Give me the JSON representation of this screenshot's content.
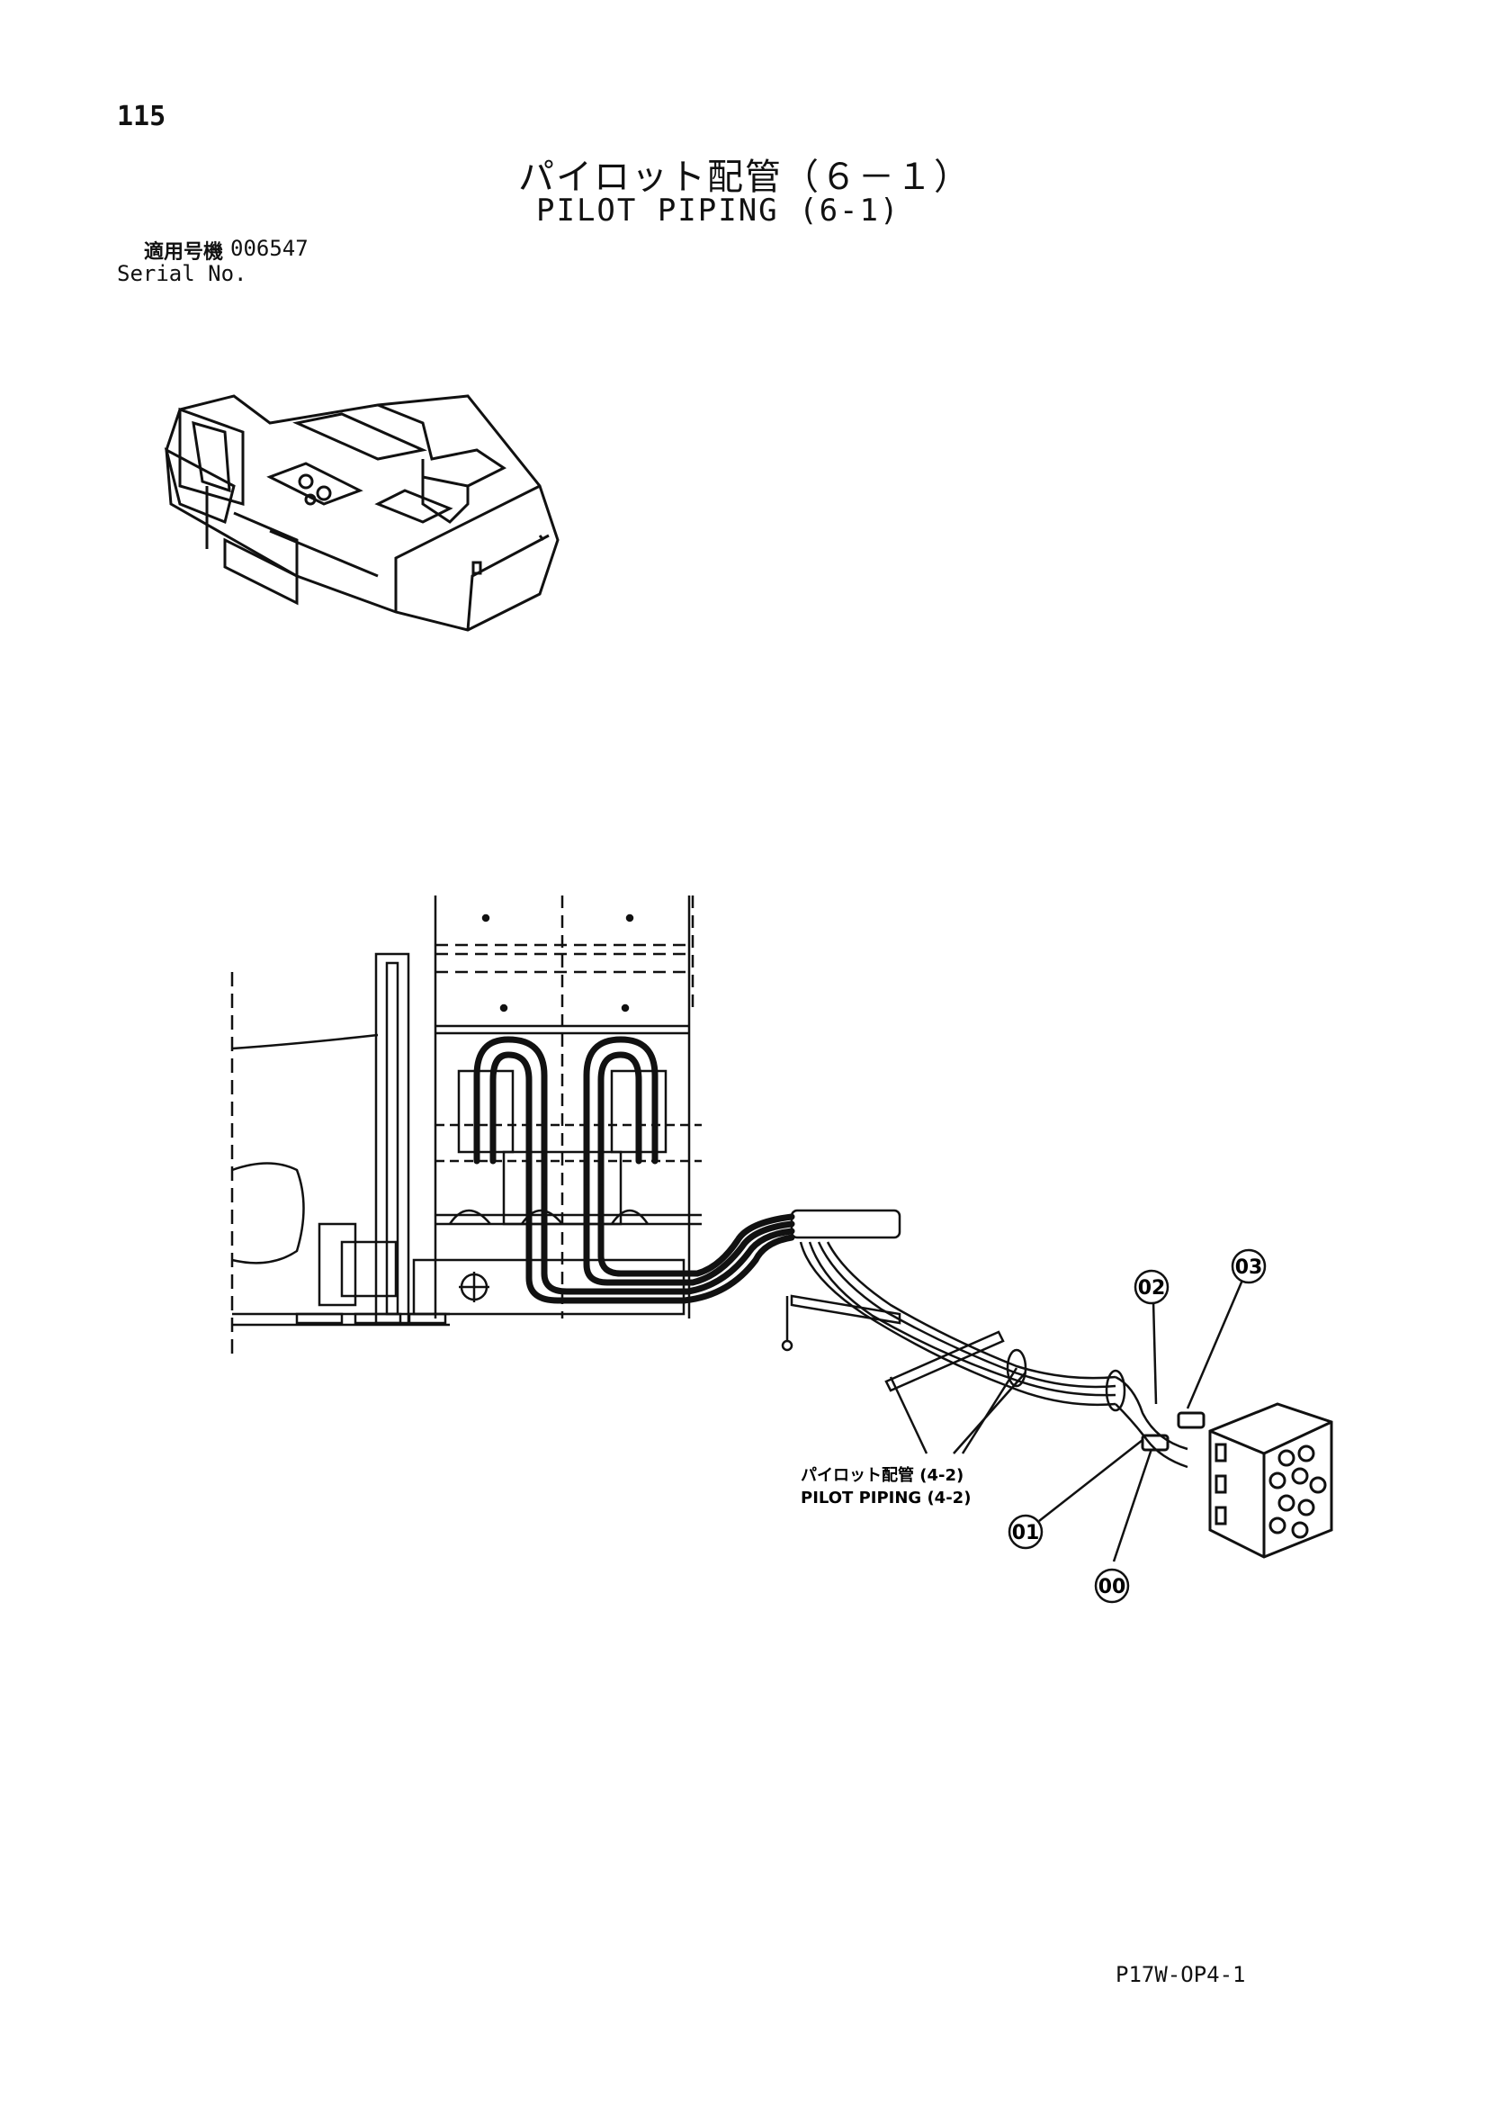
{
  "page": {
    "number": "115",
    "title_jp": "パイロット配管（６－１）",
    "title_en": "PILOT PIPING (6-1)",
    "serial_label_jp": "適用号機",
    "serial_label_en": "Serial No.",
    "serial_value": "006547",
    "doc_code": "P17W-OP4-1"
  },
  "diagram": {
    "note_jp": "パイロット配管 (4-2)",
    "note_en": "PILOT PIPING (4-2)",
    "callouts": [
      "00",
      "01",
      "02",
      "03"
    ]
  }
}
